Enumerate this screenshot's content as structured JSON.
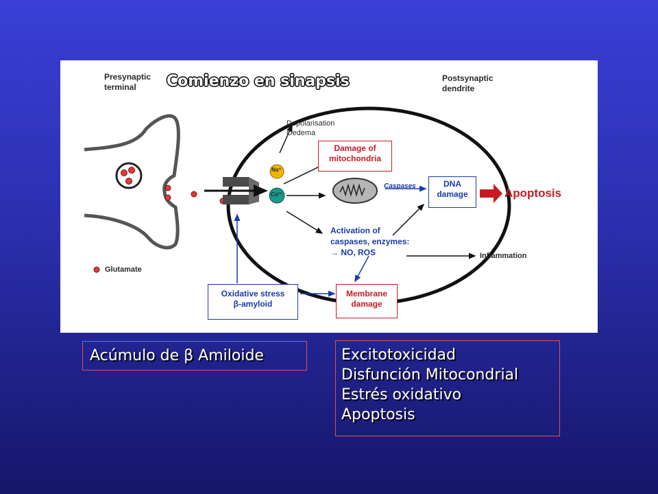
{
  "figure": {
    "title": "Comienzo en sinapsis",
    "presynaptic_label": [
      "Presynaptic",
      "terminal"
    ],
    "postsynaptic_label": [
      "Postsynaptic",
      "dendrite"
    ],
    "depolarisation": [
      "Depolarisation",
      "Oedema"
    ],
    "mito_damage": [
      "Damage of",
      "mitochondria"
    ],
    "na_ion": "Na⁺",
    "ca_ion": "Ca²⁺",
    "caspases": "Caspases",
    "dna_damage": [
      "DNA",
      "damage"
    ],
    "apoptosis": "Apoptosis",
    "activation": [
      "Activation of",
      "caspases, enzymes:",
      "→ NO, ROS"
    ],
    "inflammation": "Inflammation",
    "glutamate_legend": "Glutamate",
    "oxidative_stress": [
      "Oxidative stress",
      "β-amyloid"
    ],
    "membrane_damage": [
      "Membrane",
      "damage"
    ]
  },
  "captions": {
    "left": "Acúmulo de β Amiloide",
    "right": [
      "Excitotoxicidad",
      "Disfunción Mitocondrial",
      "Estrés oxidativo",
      "Apoptosis"
    ]
  },
  "colors": {
    "blue": "#1a3aa8",
    "red": "#c61b22",
    "background_top": "#3a3fd8",
    "background_bottom": "#16166a"
  }
}
